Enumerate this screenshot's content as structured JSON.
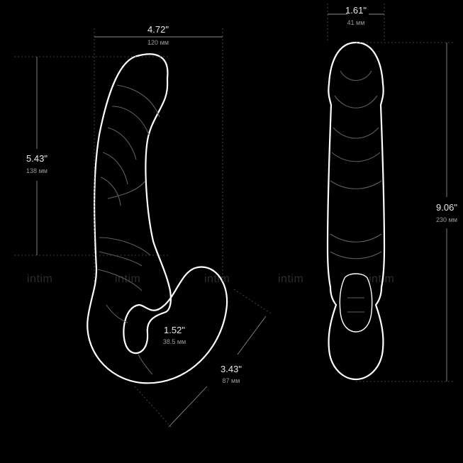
{
  "watermark": {
    "text": "intim"
  },
  "dimensions": {
    "width_side": {
      "inch": "4.72\"",
      "metric": "120 мм"
    },
    "height_shaft": {
      "inch": "5.43\"",
      "metric": "138 мм"
    },
    "bulb_width": {
      "inch": "1.52\"",
      "metric": "38.5 мм"
    },
    "bulb_length": {
      "inch": "3.43\"",
      "metric": "87 мм"
    },
    "diameter": {
      "inch": "1.61\"",
      "metric": "41 мм"
    },
    "total_length": {
      "inch": "9.06\"",
      "metric": "230 мм"
    }
  },
  "colors": {
    "background": "#000000",
    "outline": "#ffffff",
    "text": "#e8e8e8",
    "subtext": "#9a9a9a"
  }
}
